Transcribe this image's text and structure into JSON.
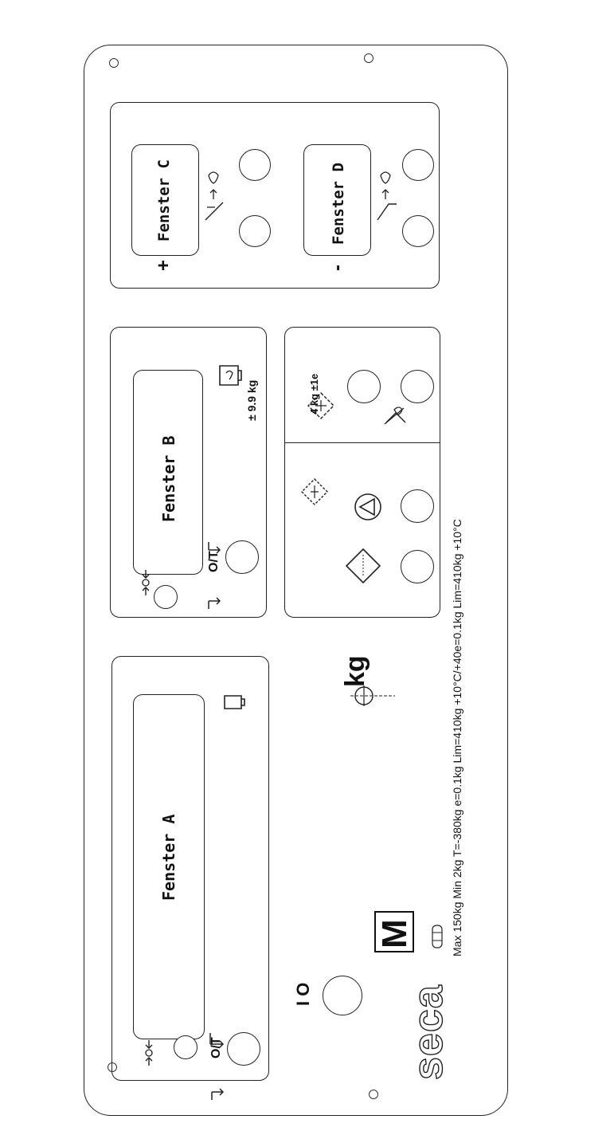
{
  "panel": {
    "window_a": "Fenster A",
    "window_b": "Fenster B",
    "window_c": "Fenster C",
    "window_d": "Fenster D",
    "plus_label": "+",
    "minus_label": "-",
    "power_label": "I O",
    "tare_label": "O/T",
    "zero_label": "0",
    "tare_limit": "± 9.9 kg",
    "calibration": "4 kg ±1e",
    "unit": "kg",
    "metrology_mark": "M",
    "brand": "seca",
    "specs": "Max 150kg Min 2kg T=-380kg   e=0.1kg Lim=410kg +10°C/+40e=0.1kg Lim=410kg +10°C"
  },
  "icons": {
    "weight": "weight-icon",
    "tilt": "tilt-icon",
    "tare_arrow": "tare-arrow-icon",
    "zero_arrow": "zero-arrow-icon",
    "diamond": "diamond-icon",
    "triangle_circle": "triangle-circle-icon",
    "crosshair": "crosshair-icon"
  },
  "colors": {
    "line": "#222222",
    "background": "#ffffff"
  }
}
